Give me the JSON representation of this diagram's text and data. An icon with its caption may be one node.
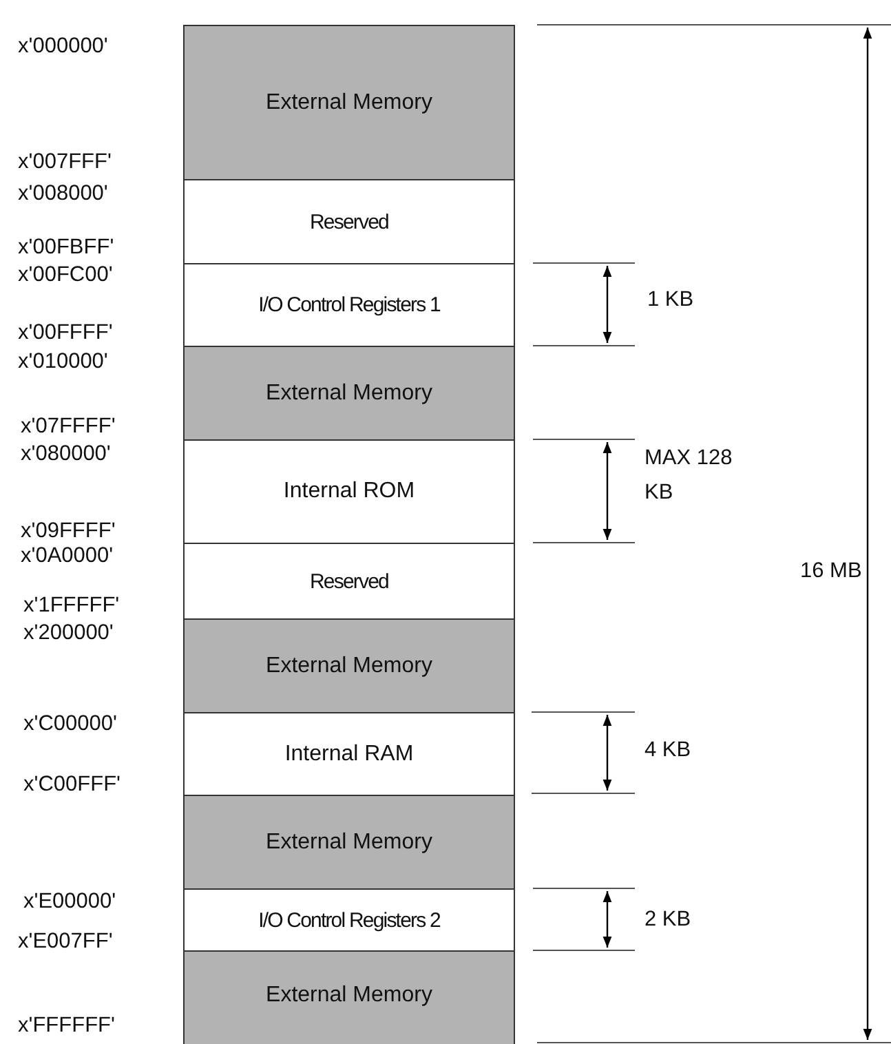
{
  "diagram": {
    "nodes": [
      {
        "text": [
          "External Memory"
        ]
      },
      {
        "text": [
          "Reserved"
        ]
      },
      {
        "text": [
          "I/O Control Registers 1"
        ]
      },
      {
        "text": [
          "External Memory"
        ]
      },
      {
        "text": [
          "Internal ROM"
        ]
      },
      {
        "text": [
          "Reserved"
        ]
      },
      {
        "text": [
          "External Memory"
        ]
      },
      {
        "text": [
          "Internal RAM"
        ]
      },
      {
        "text": [
          "External Memory"
        ]
      },
      {
        "text": [
          "I/O Control Registers 2"
        ]
      },
      {
        "text": [
          "External Memory"
        ]
      }
    ],
    "labels": [
      "x'000000'",
      "x'007FFF'",
      "x'008000'",
      "x'00FBFF'",
      "x'00FC00'",
      "x'00FFFF'",
      "x'010000'",
      "x'07FFFF'",
      "x'080000'",
      "x'09FFFF'",
      "x'0A0000'",
      "x'1FFFFF'",
      "x'200000'",
      "x'C00000'",
      "x'C00FFF'",
      "x'E00000'",
      "x'E007FF'",
      "x'FFFFFF'",
      "1 KB",
      "MAX 128 KB",
      "4 KB",
      "2 KB",
      "16 MB"
    ]
  }
}
